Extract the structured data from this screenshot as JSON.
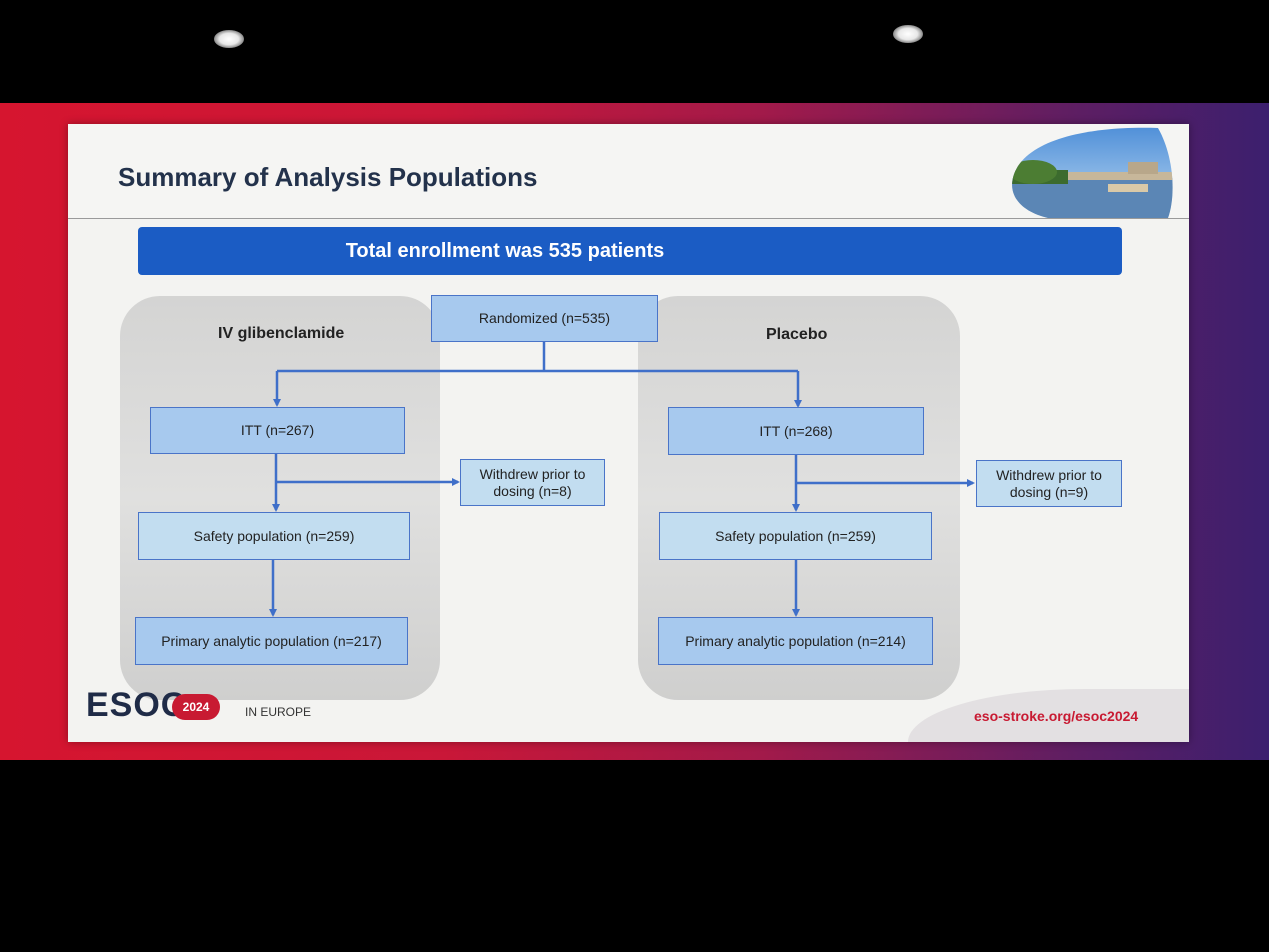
{
  "slide": {
    "title": "Summary of Analysis Populations",
    "banner": "Total enrollment was 535 patients"
  },
  "flow": {
    "randomized": "Randomized (n=535)",
    "left": {
      "title": "IV glibenclamide",
      "itt": "ITT (n=267)",
      "withdrew": "Withdrew prior to dosing (n=8)",
      "safety": "Safety population (n=259)",
      "primary": "Primary analytic population (n=217)"
    },
    "right": {
      "title": "Placebo",
      "itt": "ITT (n=268)",
      "withdrew": "Withdrew prior to dosing (n=9)",
      "safety": "Safety population (n=259)",
      "primary": "Primary analytic population (n=214)"
    }
  },
  "footer": {
    "logo": "ESOC",
    "year": "2024",
    "tagline": "IN EUROPE",
    "url": "eso-stroke.org/esoc2024"
  },
  "colors": {
    "banner": "#1b5cc4",
    "box": "#a7c9ee",
    "arrow": "#3f6fc9",
    "accent": "#c81a32"
  }
}
